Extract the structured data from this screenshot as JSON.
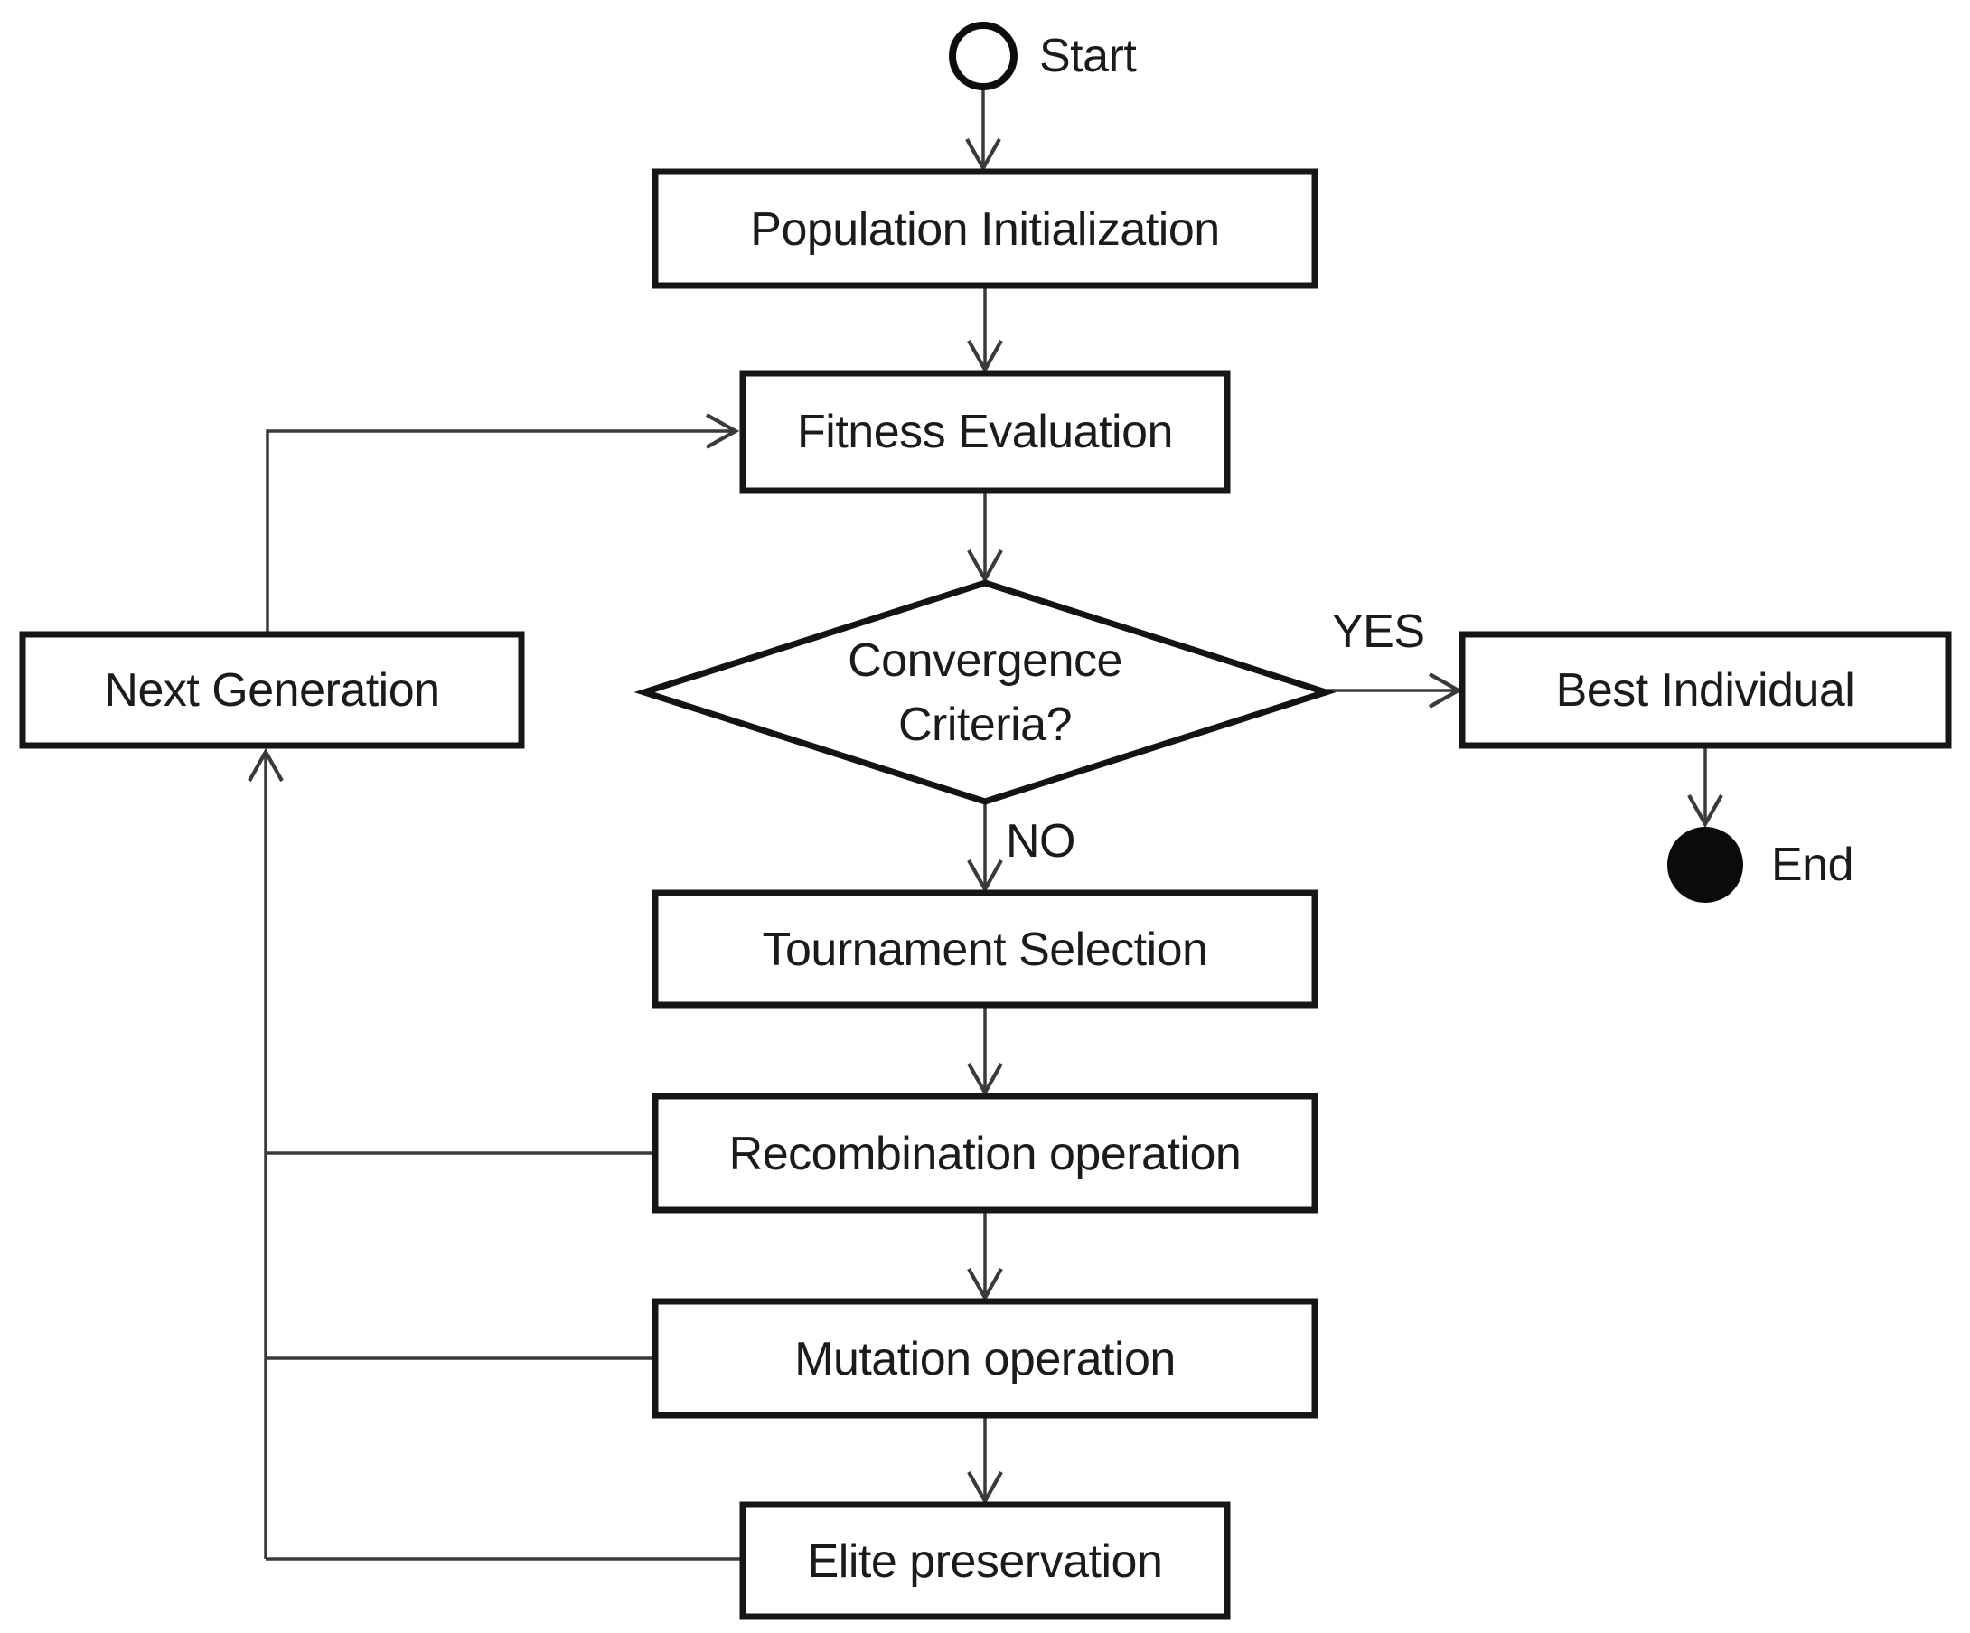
{
  "diagram": {
    "type": "flowchart",
    "background": "#ffffff",
    "colors": {
      "node_border": "#161616",
      "node_fill": "#ffffff",
      "connector": "#3a3a3a",
      "text": "#1b1b1b",
      "start_terminal_fill": "#ffffff",
      "end_terminal_fill": "#0b0b0b"
    },
    "nodes": {
      "start": {
        "label": "Start",
        "shape": "open-circle"
      },
      "population_initialization": {
        "label": "Population Initialization",
        "shape": "rect"
      },
      "fitness_evaluation": {
        "label": "Fitness Evaluation",
        "shape": "rect"
      },
      "convergence_criteria": {
        "lines": [
          "Convergence",
          "Criteria?"
        ],
        "shape": "diamond"
      },
      "best_individual": {
        "label": "Best Individual",
        "shape": "rect"
      },
      "end": {
        "label": "End",
        "shape": "filled-circle"
      },
      "tournament_selection": {
        "label": "Tournament Selection",
        "shape": "rect"
      },
      "recombination_operation": {
        "label": "Recombination operation",
        "shape": "rect"
      },
      "mutation_operation": {
        "label": "Mutation operation",
        "shape": "rect"
      },
      "elite_preservation": {
        "label": "Elite preservation",
        "shape": "rect"
      },
      "next_generation": {
        "label": "Next Generation",
        "shape": "rect"
      }
    },
    "edge_labels": {
      "yes": "YES",
      "no": "NO"
    },
    "edges": [
      {
        "from": "Start",
        "to": "Population Initialization"
      },
      {
        "from": "Population Initialization",
        "to": "Fitness Evaluation"
      },
      {
        "from": "Fitness Evaluation",
        "to": "Convergence Criteria?"
      },
      {
        "from": "Convergence Criteria?",
        "to": "Best Individual",
        "label": "YES"
      },
      {
        "from": "Best Individual",
        "to": "End"
      },
      {
        "from": "Convergence Criteria?",
        "to": "Tournament Selection",
        "label": "NO"
      },
      {
        "from": "Tournament Selection",
        "to": "Recombination operation"
      },
      {
        "from": "Recombination operation",
        "to": "Mutation operation"
      },
      {
        "from": "Mutation operation",
        "to": "Elite preservation"
      },
      {
        "from": "Recombination operation",
        "to": "Next Generation"
      },
      {
        "from": "Mutation operation",
        "to": "Next Generation"
      },
      {
        "from": "Elite preservation",
        "to": "Next Generation"
      },
      {
        "from": "Next Generation",
        "to": "Fitness Evaluation"
      }
    ]
  }
}
